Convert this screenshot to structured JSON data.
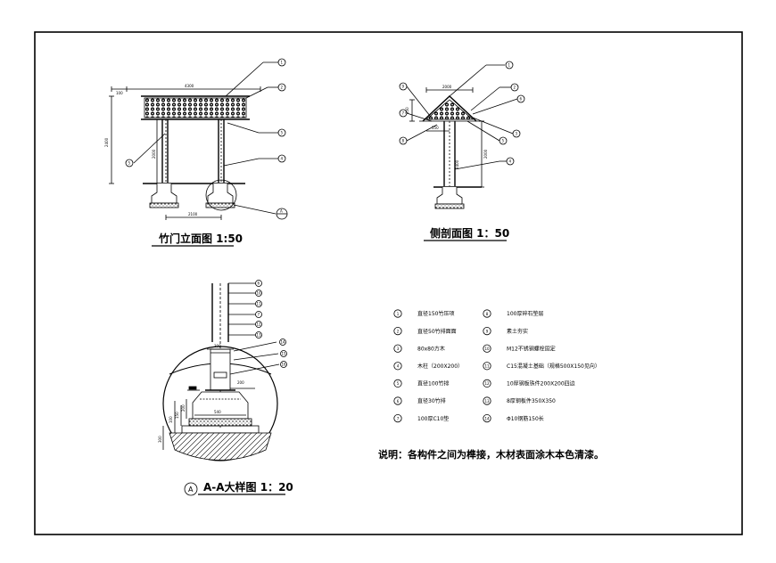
{
  "titles": {
    "elevation": "竹门立面图  1:50",
    "section": "侧剖面图  1：50",
    "detail": "A-A大样图  1：20"
  },
  "marker": "A",
  "dims": {
    "elev_top": "4300",
    "elev_left": "100",
    "elev_height": "2400",
    "elev_post": "2000",
    "elev_bottom": "2100",
    "sec_top": "2000",
    "sec_roof": "350",
    "sec_span": "550",
    "sec_h1": "2400",
    "sec_h2": "2000",
    "det_top": "300",
    "det_w": "200",
    "det_base": "540",
    "det_h1": "100",
    "det_h2": "150",
    "det_h3": "200",
    "det_h4": "300"
  },
  "callouts": {
    "elev": [
      "1",
      "2",
      "3",
      "4",
      "5"
    ],
    "sec": [
      "1",
      "2",
      "3",
      "4",
      "5",
      "6",
      "7",
      "8",
      "9"
    ],
    "det": [
      "6",
      "10",
      "11",
      "7",
      "12",
      "13",
      "14",
      "15",
      "16"
    ]
  },
  "legend": [
    {
      "num": "1",
      "text": "直径150竹压项"
    },
    {
      "num": "2",
      "text": "直径50竹排面面"
    },
    {
      "num": "3",
      "text": "80x80方木"
    },
    {
      "num": "4",
      "text": "木柱（200X200）"
    },
    {
      "num": "5",
      "text": "直径100竹排"
    },
    {
      "num": "6",
      "text": "直径30竹排"
    },
    {
      "num": "7",
      "text": "100厚C10垫"
    },
    {
      "num": "8",
      "text": "100厚碎石垫层"
    },
    {
      "num": "9",
      "text": "素土夯实"
    },
    {
      "num": "10",
      "text": "M12不锈钢螺栓固定"
    },
    {
      "num": "11",
      "text": "C15混凝土基础（规格500X150见向）"
    },
    {
      "num": "12",
      "text": "10厚钢板铁件200X200四边"
    },
    {
      "num": "13",
      "text": "8厚钢板件350X350"
    },
    {
      "num": "14",
      "text": "Φ10钢筋150长"
    }
  ],
  "note": "说明：各构件之间为榫接，木材表面涂木本色清漆。"
}
